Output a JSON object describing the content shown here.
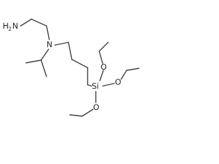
{
  "molecule": {
    "atoms": {
      "amine_h": "H",
      "amine_h_count": "2",
      "amine_n": "N",
      "tertiary_n": "N",
      "silicon": "Si",
      "oxygen_top": "O",
      "oxygen_right": "O",
      "oxygen_bottom": "O"
    },
    "colors": {
      "bond": "#3a3a3a",
      "label": "#1f1f1f",
      "background": "#ffffff"
    }
  }
}
